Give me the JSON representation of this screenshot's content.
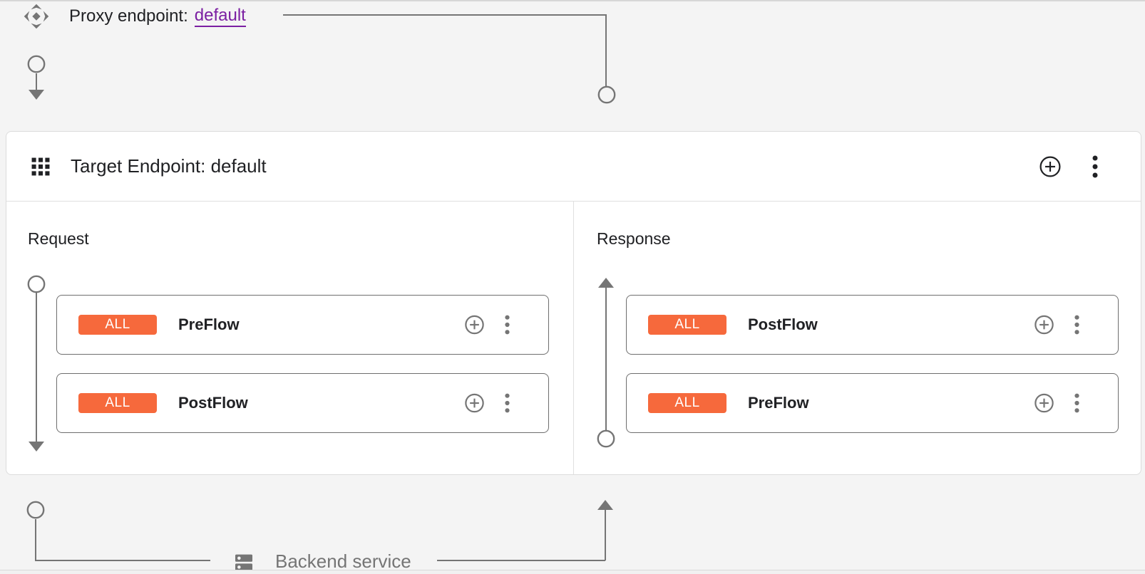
{
  "colors": {
    "background": "#f4f4f4",
    "surface": "#ffffff",
    "accent_orange": "#f6693c",
    "link_purple": "#7b1fa2",
    "connector_gray": "#757575",
    "text_primary": "#202124",
    "text_secondary": "#757575",
    "divider": "#e0e0e0",
    "flow_card_border": "#6e6e6e"
  },
  "proxy_endpoint": {
    "icon": "proxy-endpoint-icon",
    "label": "Proxy endpoint:",
    "name": "default"
  },
  "target_endpoint": {
    "icon": "grid-icon",
    "title": "Target Endpoint: default",
    "add_icon": "add-circle-icon",
    "more_icon": "more-vert-icon"
  },
  "request_panel": {
    "title": "Request",
    "flows": [
      {
        "badge": "ALL",
        "name": "PreFlow"
      },
      {
        "badge": "ALL",
        "name": "PostFlow"
      }
    ]
  },
  "response_panel": {
    "title": "Response",
    "flows": [
      {
        "badge": "ALL",
        "name": "PostFlow"
      },
      {
        "badge": "ALL",
        "name": "PreFlow"
      }
    ]
  },
  "backend_service": {
    "icon": "backend-service-icon",
    "label": "Backend service"
  }
}
